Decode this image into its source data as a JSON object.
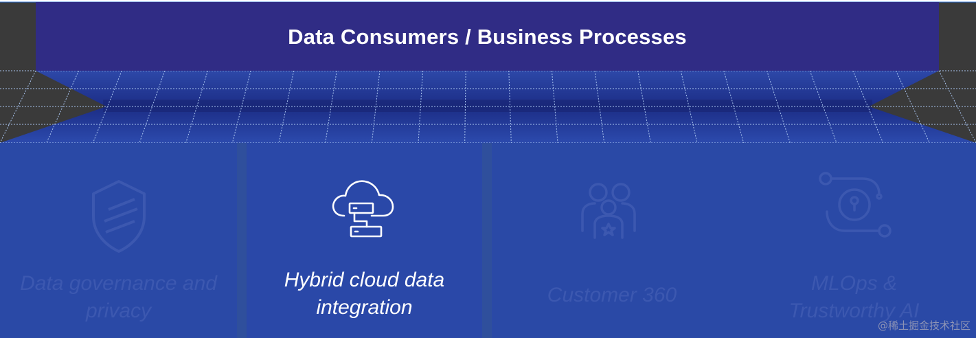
{
  "banner": {
    "title": "Data Consumers / Business Processes"
  },
  "use_cases": [
    {
      "label_line1": "Data governance and",
      "label_line2": "privacy",
      "icon": "shield-icon",
      "state": "dimmed"
    },
    {
      "label_line1": "Hybrid cloud data",
      "label_line2": "integration",
      "icon": "cloud-server-icon",
      "state": "highlighted"
    },
    {
      "label_line1": "Customer 360",
      "label_line2": "",
      "icon": "customers-icon",
      "state": "dimmed"
    },
    {
      "label_line1": "MLOps &",
      "label_line2": "Trustworthy AI",
      "icon": "ml-workflow-icon",
      "state": "dimmed"
    }
  ],
  "watermark": "@稀土掘金技术社区",
  "colors": {
    "banner": "#302c85",
    "panel": "#2a49a6",
    "panel_dim_text": "#3c58b0",
    "grid_line": "#a9c4ee",
    "frame_gray": "#3b3b3b"
  }
}
